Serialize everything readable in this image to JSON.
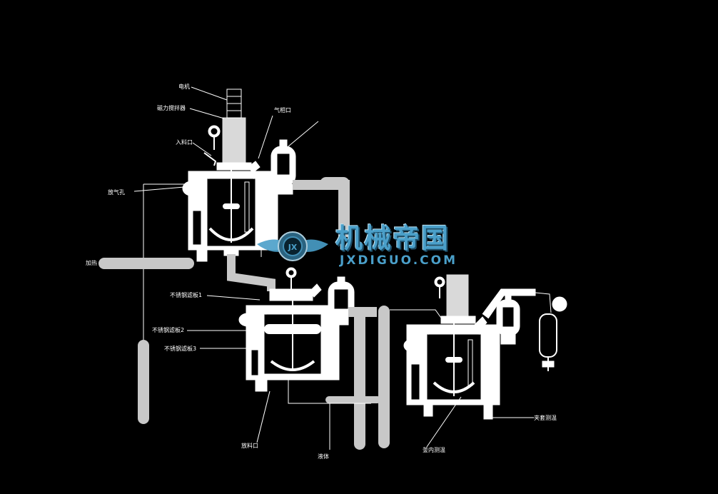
{
  "labels": {
    "motor": "电机",
    "magnetic_stirrer": "磁力搅拌器",
    "gas_outlet": "气相口",
    "feed_inlet": "入料口",
    "vent_valve": "放气孔",
    "heating": "加热",
    "filter_plate_1": "不锈钢滤板1",
    "filter_plate_2": "不锈钢滤板2",
    "filter_plate_3": "不锈钢滤板3",
    "discharge_outlet": "放料口",
    "liquid": "液体",
    "jacket_temp": "夹套测温",
    "inner_temp": "釜内测温"
  },
  "watermark": {
    "cn": "机械帝国",
    "en": "JXDIGUO.COM",
    "logo_letters": "JX"
  },
  "colors": {
    "background": "#000000",
    "equipment": "#ffffff",
    "pipe": "#c8c8c8",
    "watermark": "#4a9fc9"
  }
}
